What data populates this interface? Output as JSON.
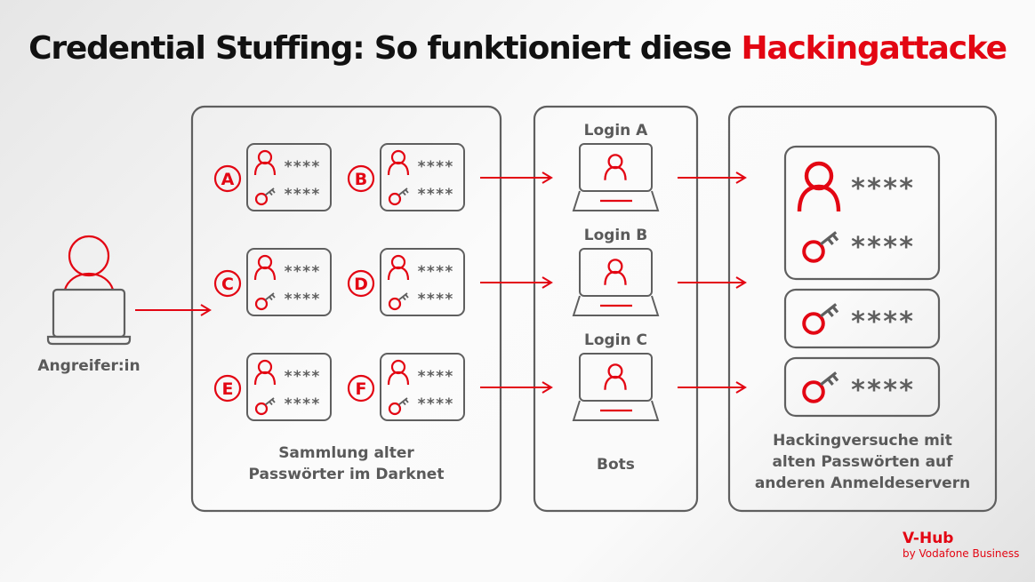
{
  "title": {
    "main": "Credential Stuffing: So funktioniert diese ",
    "highlight": "Hackingattacke"
  },
  "attacker": {
    "label": "Angreifer:in",
    "icon": "person-at-laptop-icon"
  },
  "collection": {
    "caption_line1": "Sammlung alter",
    "caption_line2": "Passwörter im Darknet",
    "cards": [
      {
        "letter": "A",
        "user_mask": "****",
        "pass_mask": "****"
      },
      {
        "letter": "B",
        "user_mask": "****",
        "pass_mask": "****"
      },
      {
        "letter": "C",
        "user_mask": "****",
        "pass_mask": "****"
      },
      {
        "letter": "D",
        "user_mask": "****",
        "pass_mask": "****"
      },
      {
        "letter": "E",
        "user_mask": "****",
        "pass_mask": "****"
      },
      {
        "letter": "F",
        "user_mask": "****",
        "pass_mask": "****"
      }
    ]
  },
  "bots": {
    "caption": "Bots",
    "logins": [
      {
        "label": "Login A"
      },
      {
        "label": "Login B"
      },
      {
        "label": "Login C"
      }
    ]
  },
  "servers": {
    "caption_line1": "Hackingversuche mit",
    "caption_line2": "alten Passwörten auf",
    "caption_line3": "anderen Anmeldeservern",
    "big_card": {
      "user_mask": "****",
      "pass_mask": "****"
    },
    "key_cards": [
      {
        "pass_mask": "****"
      },
      {
        "pass_mask": "****"
      }
    ]
  },
  "brand": {
    "name": "V-Hub",
    "sub": "by Vodafone Business"
  },
  "colors": {
    "accent": "#e30613",
    "outline": "#5f5f5f",
    "text": "#111111"
  }
}
